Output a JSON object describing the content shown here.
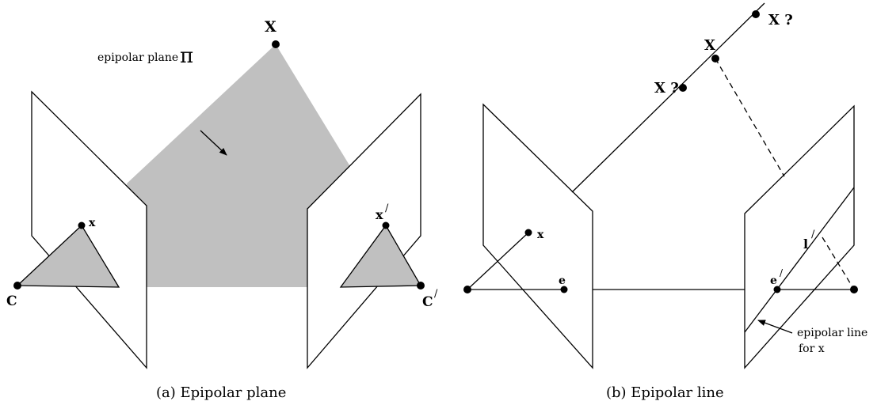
{
  "colors": {
    "plane_fill": "#c0c0c0",
    "ink": "#000000",
    "background": "#ffffff"
  },
  "panel_a": {
    "caption": "(a) Epipolar plane",
    "labels": {
      "X": "X",
      "x": "x",
      "x_prime": "x",
      "C": "C",
      "C_prime": "C",
      "prime_mark": "/",
      "epipolar_plane": "epipolar plane",
      "pi": "π"
    }
  },
  "panel_b": {
    "caption": "(b) Epipolar line",
    "labels": {
      "X": "X",
      "X_q_top": "X ?",
      "X_q_mid": "X ?",
      "x": "x",
      "e": "e",
      "e_prime": "e",
      "l_prime": "l",
      "prime_mark": "/",
      "epipolar_line_1": "epipolar line",
      "epipolar_line_2": "for x"
    }
  }
}
